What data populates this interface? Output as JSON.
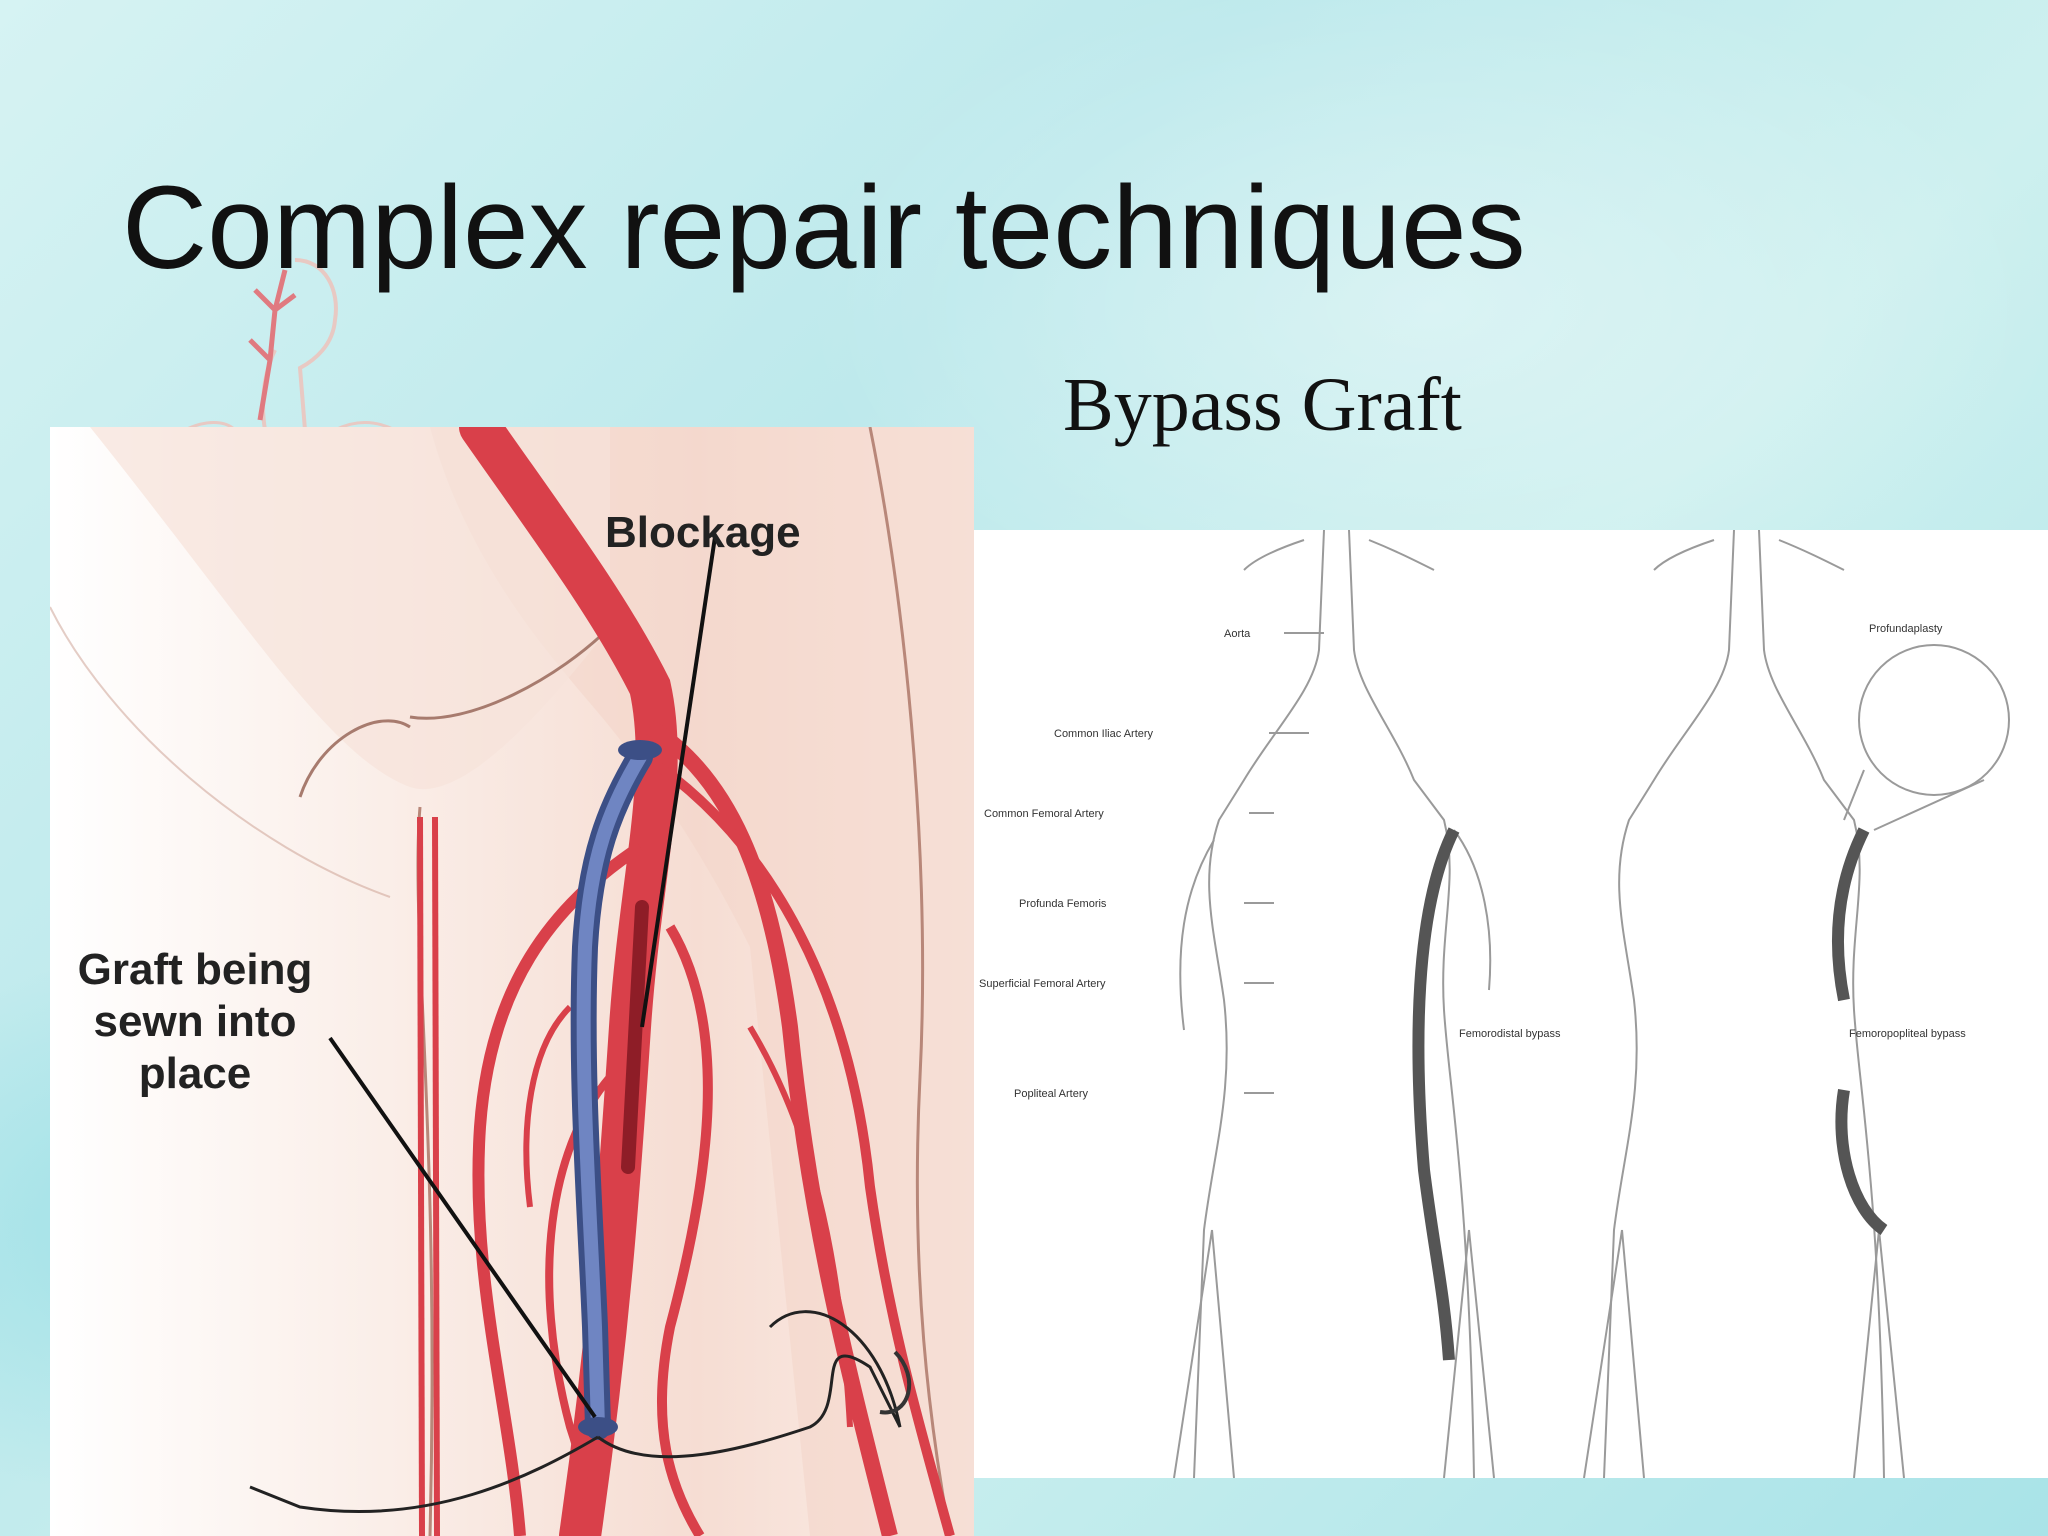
{
  "slide": {
    "title": "Complex repair techniques",
    "subtitle": "Bypass Graft"
  },
  "left_figure": {
    "label_blockage": "Blockage",
    "label_graft": "Graft being sewn into place"
  },
  "right_figure": {
    "label_aorta": "Aorta",
    "label_common_iliac": "Common Iliac Artery",
    "label_common_femoral": "Common Femoral Artery",
    "label_profunda": "Profunda Femoris",
    "label_superficial_femoral": "Superficial Femoral Artery",
    "label_popliteal": "Popliteal Artery",
    "label_femorodistal": "Femorodistal bypass",
    "label_profundaplasty": "Profundaplasty",
    "label_femoropopliteal": "Femoropopliteal bypass"
  },
  "colors": {
    "artery": "#d9404a",
    "graft": "#5b6fa8",
    "title": "#111111"
  }
}
